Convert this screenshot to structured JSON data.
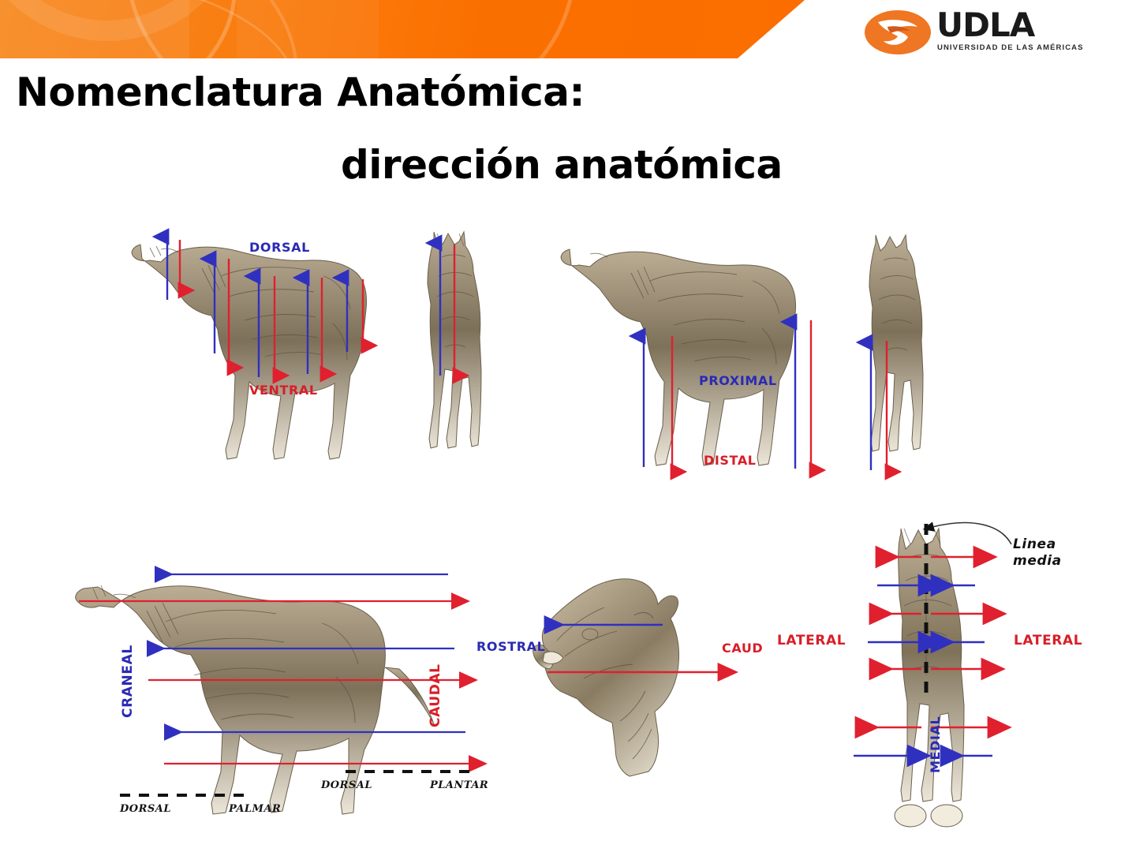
{
  "header": {
    "banner_color": "#fa7000",
    "logo": {
      "mark_color": "#ef7622",
      "wordmark": "UDLA",
      "tagline": "UNIVERSIDAD DE LAS AMÉRICAS"
    }
  },
  "title": {
    "line1": "Nomenclatura Anatómica:",
    "line2": "dirección anatómica"
  },
  "colors": {
    "blue": "#2a2ab5",
    "red": "#d81e28",
    "black": "#111111",
    "orange": "#fa7000"
  },
  "panels": [
    {
      "id": "dorsal-ventral",
      "labels": [
        {
          "text": "DORSAL",
          "color": "blue"
        },
        {
          "text": "VENTRAL",
          "color": "red"
        }
      ]
    },
    {
      "id": "proximal-distal",
      "labels": [
        {
          "text": "PROXIMAL",
          "color": "blue"
        },
        {
          "text": "DISTAL",
          "color": "red"
        }
      ]
    },
    {
      "id": "craneal-caudal",
      "labels": [
        {
          "text": "CRANEAL",
          "color": "blue"
        },
        {
          "text": "CAUDAL",
          "color": "red"
        }
      ],
      "paw_labels": [
        {
          "text": "DORSAL"
        },
        {
          "text": "PALMAR"
        },
        {
          "text": "DORSAL"
        },
        {
          "text": "PLANTAR"
        }
      ]
    },
    {
      "id": "rostral-caudal",
      "labels": [
        {
          "text": "ROSTRAL",
          "color": "blue"
        },
        {
          "text": "CAUD",
          "color": "red"
        }
      ]
    },
    {
      "id": "medial-lateral",
      "labels": [
        {
          "text": "Linea media",
          "color": "black"
        },
        {
          "text": "LATERAL",
          "color": "red"
        },
        {
          "text": "LATERAL",
          "color": "red"
        },
        {
          "text": "MEDIAL",
          "color": "blue"
        }
      ],
      "linea_media_line1": "Linea",
      "linea_media_line2": "media"
    }
  ]
}
